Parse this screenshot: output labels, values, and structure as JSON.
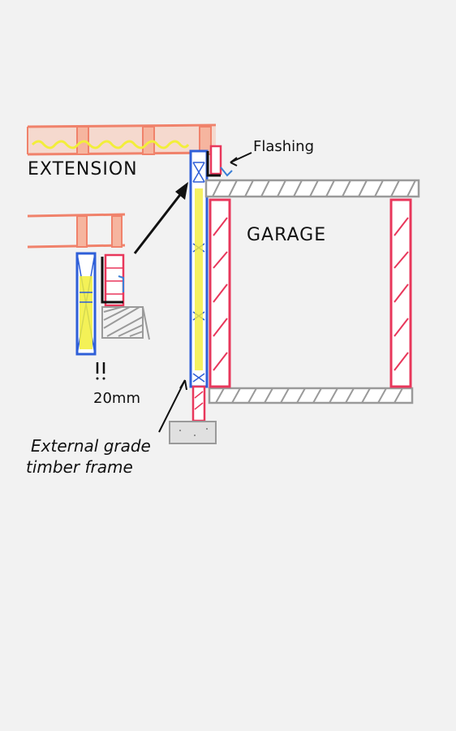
{
  "labels": {
    "extension": "EXTENSION",
    "garage": "GARAGE",
    "flashing": "Flashing",
    "gap": "20mm",
    "external_line1": "External grade",
    "external_line2": "timber frame"
  },
  "colors": {
    "background": "#f2f2f2",
    "joist_outline": "#f0826b",
    "joist_fill": "#f6b59f",
    "insulation": "#f2ee3a",
    "timber_frame": "#2f5fd8",
    "brick": "#e8375b",
    "concrete": "#9a9a9a",
    "flashing": "#3a7fd6",
    "ink": "#111111"
  }
}
